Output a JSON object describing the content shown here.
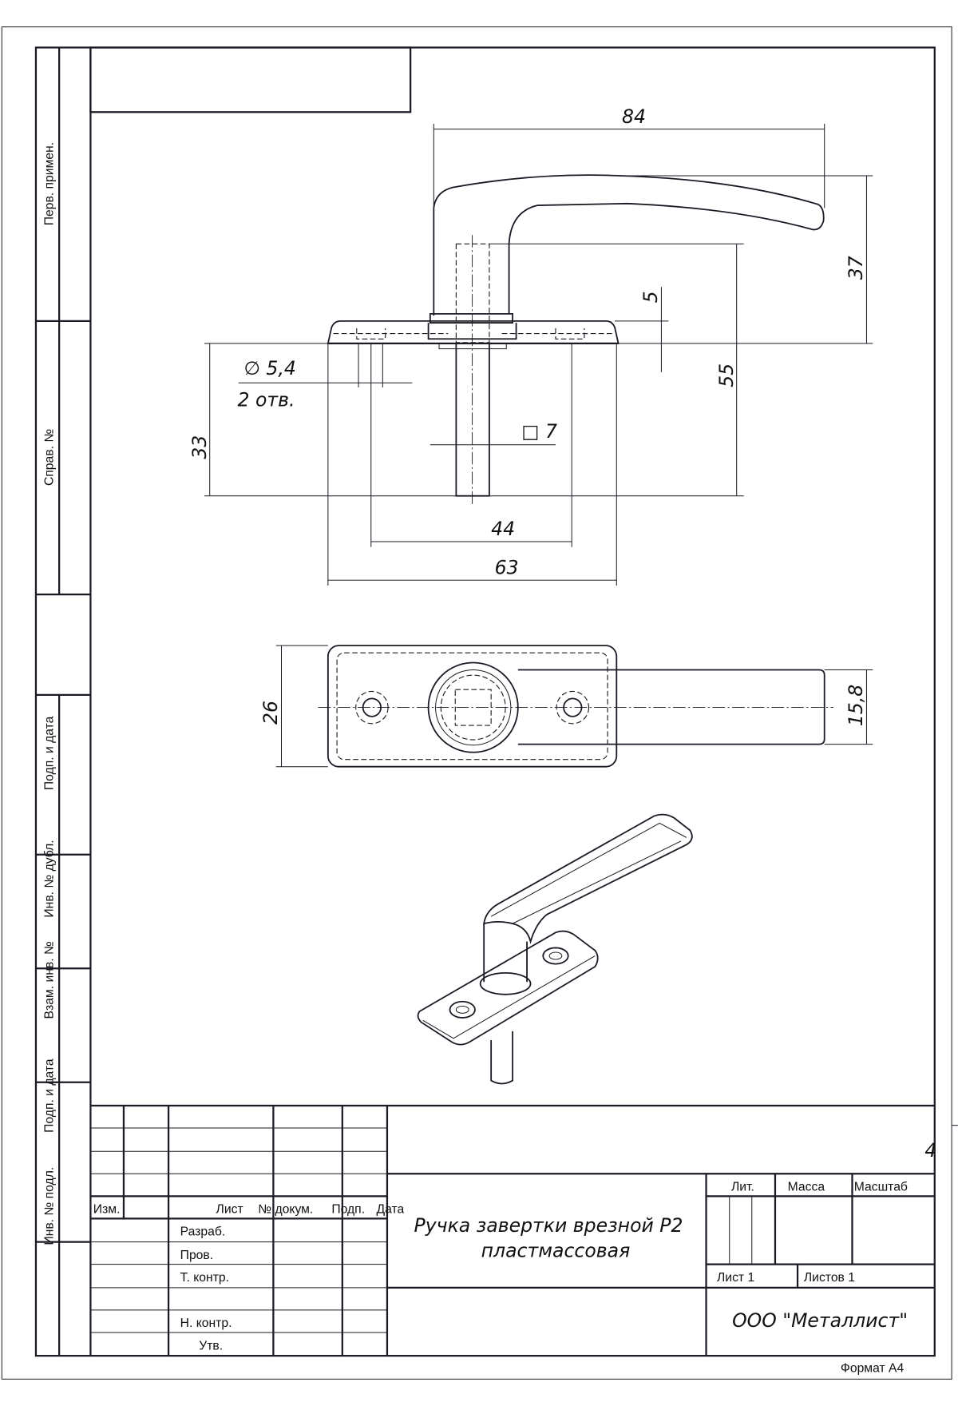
{
  "sheet": {
    "format_label": "Формат А4",
    "stray_mark": "4"
  },
  "side_strip": {
    "labels": [
      "Перв. примен.",
      "Справ. №",
      "Подп. и дата",
      "Инв. № дубл.",
      "Взам. инв. №",
      "Подп. и дата",
      "Инв. № подл."
    ]
  },
  "dimensions": {
    "overall_length": "84",
    "handle_height": "37",
    "total_height": "55",
    "plate_thickness": "5",
    "spindle_length": "33",
    "hole_spacing": "44",
    "plate_length": "63",
    "hole_diameter": "∅ 5,4",
    "hole_count": "2 отв.",
    "spindle_square": "□ 7",
    "plate_width": "26",
    "lever_width": "15,8"
  },
  "title_block": {
    "col_headers": [
      "Изм.",
      "Лист",
      "№ докум.",
      "Подп.",
      "Дата"
    ],
    "roles": [
      "Разраб.",
      "Пров.",
      "Т. контр.",
      "Н. контр.",
      "Утв."
    ],
    "title_line1": "Ручка завертки врезной Р2",
    "title_line2": "пластмассовая",
    "lit_label": "Лит.",
    "mass_label": "Масса",
    "scale_label": "Масштаб",
    "sheet_label": "Лист 1",
    "sheets_label": "Листов 1",
    "company": "ООО \"Металлист\""
  }
}
